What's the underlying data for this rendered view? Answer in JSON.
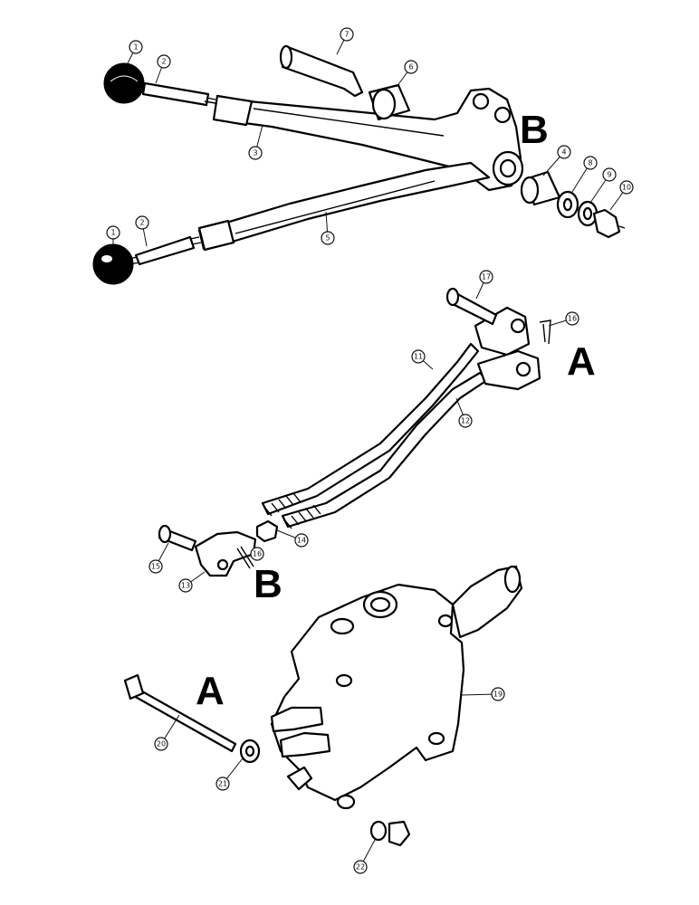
{
  "diagram": {
    "view_labels": [
      "A",
      "B",
      "A",
      "B"
    ],
    "callouts": [
      "1",
      "2",
      "3",
      "1",
      "2",
      "5",
      "7",
      "6",
      "4",
      "8",
      "9",
      "10",
      "17",
      "16",
      "11",
      "12",
      "15",
      "13",
      "14",
      "16",
      "20",
      "21",
      "19",
      "22"
    ]
  }
}
